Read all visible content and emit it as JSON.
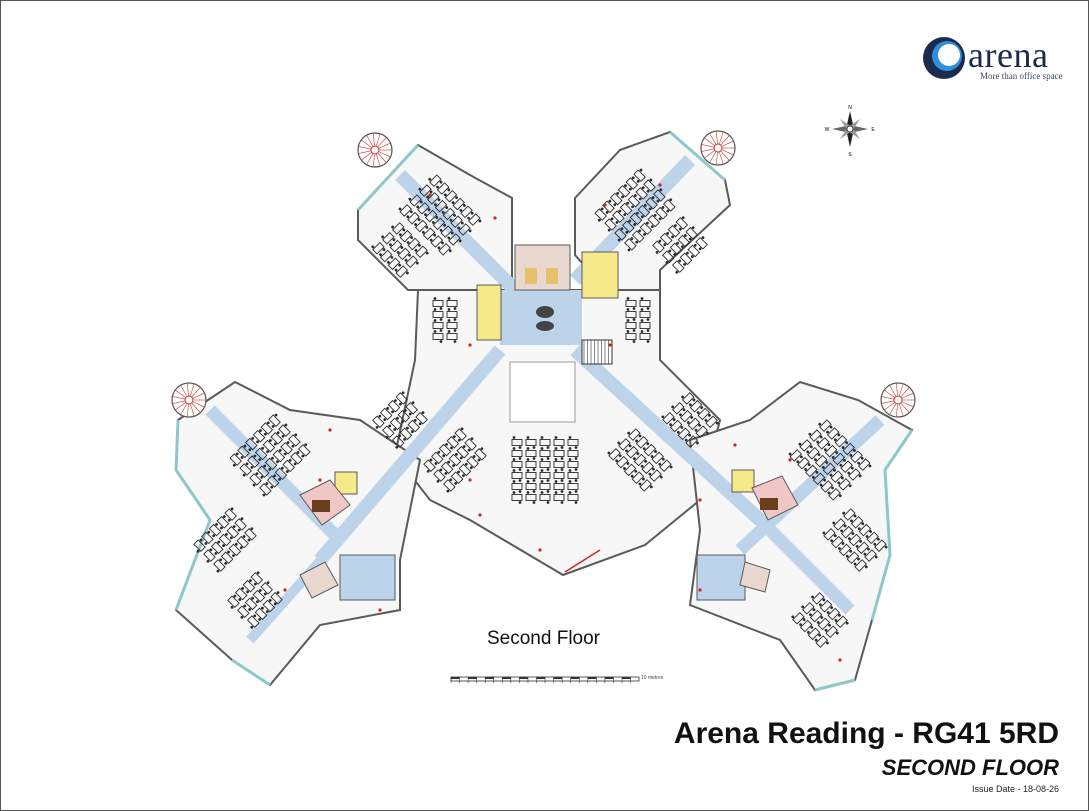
{
  "logo": {
    "word": "arena",
    "tagline": "More than office space",
    "colors": {
      "ring_outer": "#1c2a4f",
      "ring_inner": "#2f8fd8"
    }
  },
  "compass": {
    "north": "N",
    "south": "S",
    "east": "E",
    "west": "W"
  },
  "plan": {
    "floor_label": "Second Floor",
    "colors": {
      "wall": "#5a5a5a",
      "corridor": "#bcd3ea",
      "floor": "#f7f7f7",
      "furniture": "#2a2a2a",
      "toilets": "#f5e98a",
      "lobby": "#e8d8d0",
      "accent_red": "#d22222",
      "glass": "#8fc7c9",
      "atrium": "#ffffff"
    }
  },
  "scale_bar": {
    "label": "10 metres"
  },
  "title": {
    "main": "Arena Reading - RG41 5RD",
    "sub": "SECOND FLOOR",
    "issue_date": "Issue Date - 18-08-26"
  }
}
